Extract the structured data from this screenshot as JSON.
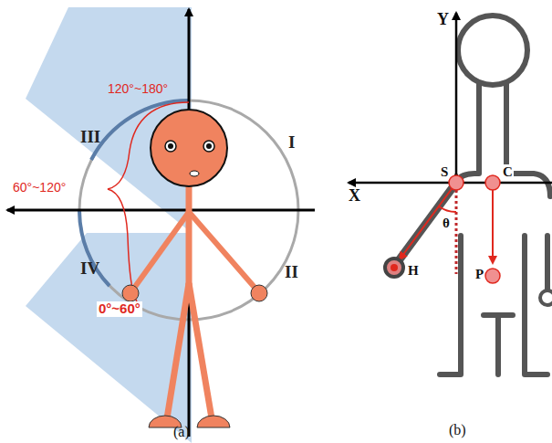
{
  "diagram": {
    "labels": [
      "120°~180°",
      "III",
      "I",
      "60°~120°",
      "IV",
      "II",
      "0°~60°",
      "(a)",
      "Y",
      "X",
      "S",
      "C",
      "θ",
      "H",
      "P",
      "(b)"
    ]
  }
}
